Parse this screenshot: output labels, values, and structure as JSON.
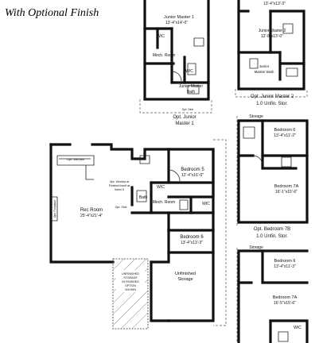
{
  "header": {
    "title": "With Optional Finish"
  },
  "left_plan": {
    "rooms": {
      "jm1_bedroom": "Junior Master 1",
      "jm1_dims": "13'-4\"x14'-0\"",
      "wic_top": "WIC",
      "mech_top": "Mech. Room",
      "wic_bath": "WIC",
      "jm_bath_1": "Junior Master",
      "jm_bath_2": "Bath",
      "opt_sink": "Opt. Sink",
      "caption_1": "Opt. Junior",
      "caption_2": "Master 1",
      "opt_wet_bar": "Opt. Wet Bar",
      "rec_room": "Rec Room",
      "rec_dims": "25'-4\"x21'-4\"",
      "opt_fireplace": "Opt. Fireplace",
      "window_note_1": "Opt. Window at",
      "window_note_2": "Finished bsmt at",
      "window_note_3": "Bdrm 5",
      "bedroom5": "Bedroom 5",
      "bedroom5_dims": "12'-4\"x16'-0\"",
      "wic_b5": "WIC",
      "mech_mid": "Mech. Room",
      "bath_mid": "Bath",
      "opt_sink_mid": "Opt. Sink",
      "wic_mid": "WIC",
      "bedroom6": "Bedroom 6",
      "bedroom6_dims": "13'-4\"x13'-3\"",
      "unfinished_storage_1": "Unfinished",
      "unfinished_storage_2": "Storage",
      "unfinished_note_1": "UNFINISHED",
      "unfinished_note_2": "STORAGE",
      "unfinished_note_3": "IN FINISHED",
      "unfinished_note_4": "OPTION",
      "unfinished_note_5": "SHOWN"
    }
  },
  "right_plans": {
    "top": {
      "top_dims": "13'-4\"x13'-3\"",
      "jm2_bedroom": "Junior Master 2",
      "jm2_dims": "12'-8\"x13'-0\"",
      "jm2_bath_1": "Junior",
      "jm2_bath_2": "Master Bath",
      "caption_1": "Opt. Junior Master 2",
      "caption_2": "1.0 Unfin. Stor."
    },
    "middle": {
      "storage": "Storage",
      "bedroom6": "Bedroom 6",
      "bedroom6_dims": "13'-4\"x11'-2\"",
      "bedroom7a": "Bedroom 7A",
      "bedroom7a_dims": "16'-1\"x15'-6\"",
      "caption_1": "Opt. Bedroom 7B",
      "caption_2": "1.0 Unfin. Stor."
    },
    "bottom": {
      "storage": "Storage",
      "bedroom6": "Bedroom 6",
      "bedroom6_dims": "13'-4\"x11'-3\"",
      "bedroom7a": "Bedroom 7A",
      "bedroom7a_dims": "16'-5\"x15'-6\"",
      "wic": "WIC"
    }
  }
}
